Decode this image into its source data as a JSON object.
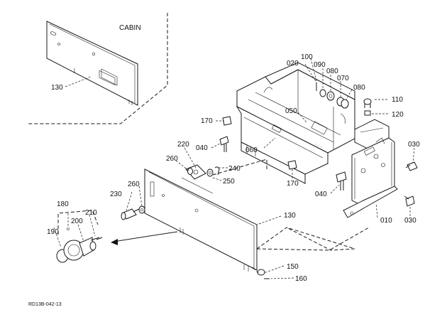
{
  "drawing": {
    "inset_label": "CABIN",
    "drawing_code": "RD13B-042-13"
  },
  "callouts": {
    "c130_inset": "130",
    "c020": "020",
    "c100": "100",
    "c090": "090",
    "c080a": "080",
    "c070": "070",
    "c080b": "080",
    "c110": "110",
    "c120": "120",
    "c050": "050",
    "c170a": "170",
    "c040a": "040",
    "c060": "060",
    "c030a": "030",
    "c220": "220",
    "c260a": "260",
    "c240": "240",
    "c250": "250",
    "c170b": "170",
    "c040b": "040",
    "c230": "230",
    "c260b": "260",
    "c180": "180",
    "c210": "210",
    "c200": "200",
    "c190": "190",
    "c130_main": "130",
    "c010": "010",
    "c030b": "030",
    "c150": "150",
    "c160": "160"
  }
}
